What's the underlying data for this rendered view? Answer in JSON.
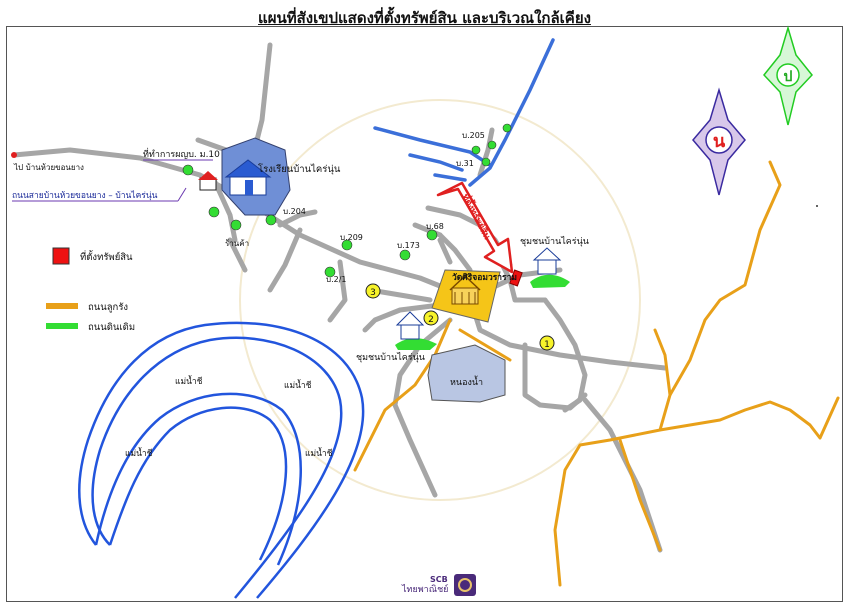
{
  "title": "แผนที่สังเขปแสดงที่ตั้งทรัพย์สิน และบริเวณใกล้เคียง",
  "legend": {
    "property": "ที่ตั้งทรัพย์สิน",
    "laterite_road": "ถนนลูกรัง",
    "dirt_road": "ถนนดินเดิม"
  },
  "colors": {
    "road_gray": "#a6a6a6",
    "laterite_orange": "#e8a019",
    "dirt_green": "#33dd33",
    "river_blue": "#2255dd",
    "property_red": "#ee1111",
    "temple_gold": "#f5c518",
    "pond": "#b9c6e3",
    "school": "#6f8fd6"
  },
  "labels": {
    "to_ban_huai_kho_yang": "ไป บ้านห้วยขอนยาง",
    "road_name": "ถนนสายบ้านห้วยขอนยาง – บ้านไคร่นุ่น",
    "village_office": "ที่ทำการผญบ. ม.10",
    "school": "โรงเรียนบ้านไคร่นุ่น",
    "ban_kha": "ร้านค้า",
    "h204": "บ.204",
    "h209": "บ.209",
    "h173": "บ.173",
    "h68": "บ.68",
    "h2_1": "บ.2/1",
    "h205": "บ.205",
    "h31": "บ.31",
    "arrow_label": "ที่ตั้งทรัพย์สิน",
    "temple": "วัดศิริจอมวราราม",
    "community_ne": "ชุมชนบ้านไคร่นุ่น",
    "community_sw": "ชุมชนบ้านไคร่นุ่น",
    "pond": "หนองน้ำ",
    "river1": "แม่น้ำชี",
    "river2": "แม่น้ำชี",
    "river3": "แม่น้ำชี",
    "river4": "แม่น้ำชี",
    "marker1": "1",
    "marker2": "2",
    "marker3": "3"
  },
  "badge_left": {
    "glyph": "น"
  },
  "badge_right": {
    "glyph": "ป"
  },
  "logo": {
    "brand": "SCB",
    "name": "ไทยพาณิชย์"
  }
}
